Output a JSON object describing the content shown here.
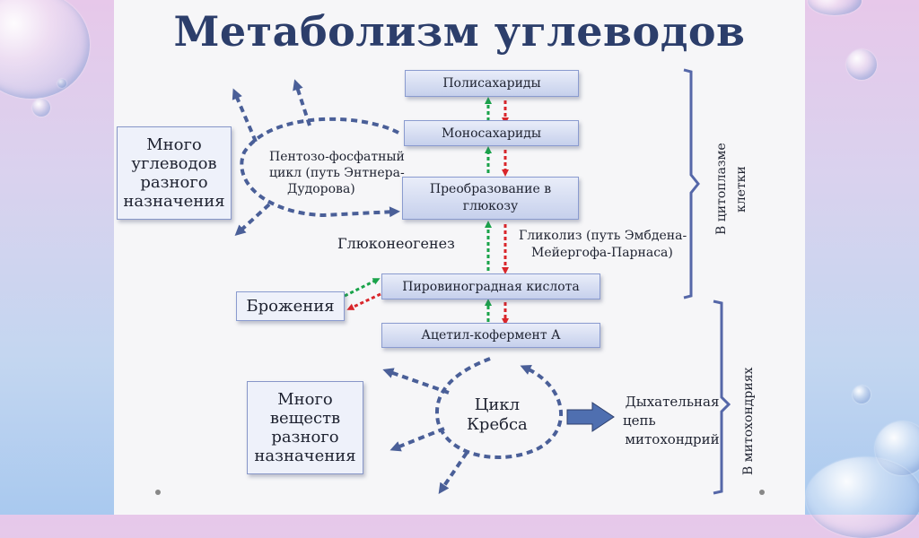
{
  "title": "Метаболизм углеводов",
  "boxes": {
    "polysaccharides": "Полисахариды",
    "monosaccharides": "Моносахариды",
    "glucose_conversion": "Преобразование в глюкозу",
    "pyruvic_acid": "Пировиноградная кислота",
    "acetyl_coa": "Ацетил-кофермент А",
    "fermentation": "Брожения",
    "many_carbs": "Много углеводов разного назначения",
    "many_substances": "Много веществ разного назначения"
  },
  "labels": {
    "pentose_line1": "Пентозо-фосфатный",
    "pentose_line2": "цикл (путь Энтнера-",
    "pentose_line3": "Дудорова)",
    "gluconeogenesis": "Глюконеогенез",
    "glycolysis_line1": "Гликолиз (путь Эмбдена-",
    "glycolysis_line2": "Мейергофа-Парнаса)",
    "krebs_line1": "Цикл",
    "krebs_line2": "Кребса",
    "respiratory_line1": "Дыхательная",
    "respiratory_line2": "цепь",
    "respiratory_line3": "митохондрий",
    "cytoplasm_line1": "В цитоплазме",
    "cytoplasm_line2": "клетки",
    "mitochondria": "В митохондриях"
  },
  "colors": {
    "up_arrow": "#1aa34a",
    "down_arrow": "#d9262b",
    "dashed": "#4a5f98",
    "title": "#2c3e6b",
    "brace": "#5567a8"
  }
}
